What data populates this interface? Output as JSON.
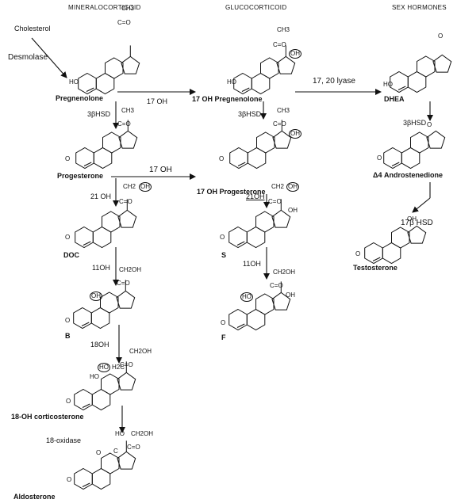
{
  "headers": {
    "mineralo": "MINERALOCORTICOID",
    "gluco": "GLUCOCORTICOID",
    "sex": "SEX HORMONES"
  },
  "start": {
    "cholesterol": "Cholesterol",
    "desmolase": "Desmolase"
  },
  "compounds": {
    "pregnenolone": "Pregnenolone",
    "oh17_pregnenolone": "17 OH Pregnenolone",
    "dhea": "DHEA",
    "progesterone": "Progesterone",
    "oh17_progesterone": "17 OH Progesterone",
    "androstenedione": "Δ4 Androstenedione",
    "doc": "DOC",
    "s": "S",
    "testosterone": "Testosterone",
    "b": "B",
    "f": "F",
    "oh18_corticosterone": "18-OH corticosterone",
    "aldosterone": "Aldosterone"
  },
  "enzymes": {
    "oh17_top": "17 OH",
    "lyase": "17, 20 lyase",
    "hsd3b_1": "3βHSD",
    "hsd3b_2": "3βHSD",
    "hsd3b_3": "3βHSD",
    "oh17_mid": "17 OH",
    "oh21_1": "21 OH",
    "oh21_2": "21OH",
    "hsd17b": "17β HSD",
    "oh11_1": "11OH",
    "oh11_2": "11OH",
    "oh18": "18OH",
    "oxidase18": "18-oxidase"
  },
  "groups": {
    "ch3": "CH3",
    "co": "C=O",
    "ho": "HO",
    "oh": "OH",
    "o": "O",
    "ch2oh": "CH2OH",
    "ch2": "CH2",
    "h2c": "H2C",
    "ho_c": "HO",
    "c_letter": "C"
  }
}
